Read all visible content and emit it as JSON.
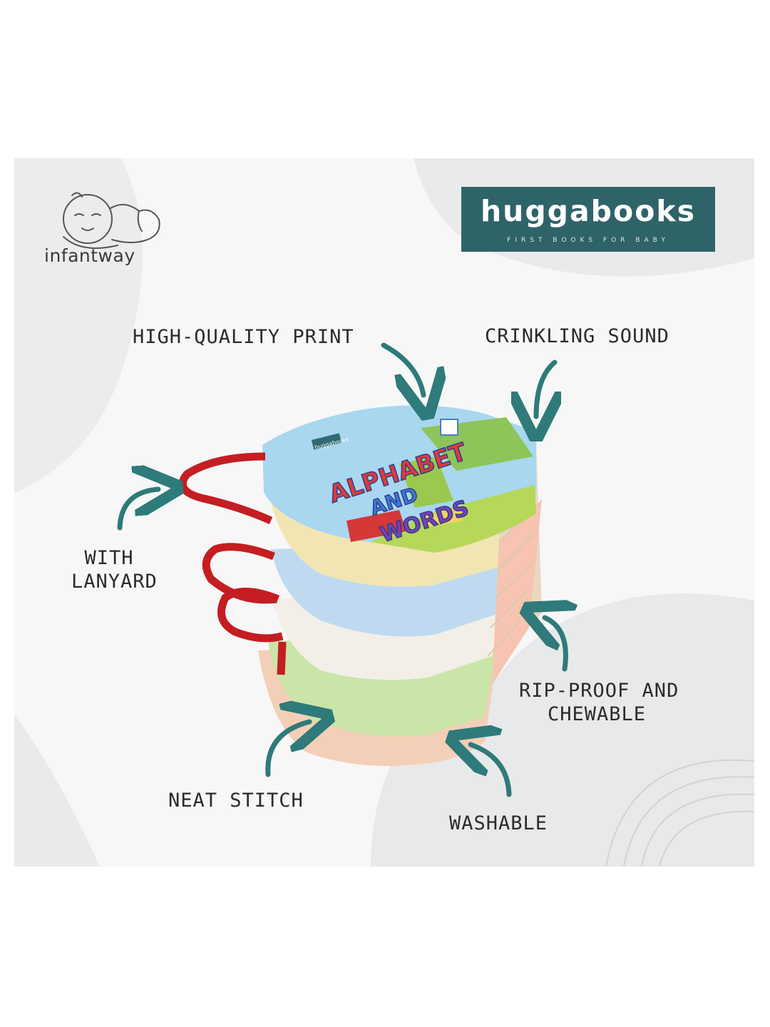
{
  "brand": {
    "logo_left": "infantway",
    "logo_icon": "sleeping-baby-icon",
    "name": "huggabooks",
    "tagline": "FIRST BOOKS FOR BABY"
  },
  "product": {
    "cover_title_line1": "ALPHABET",
    "cover_title_line2": "AND",
    "cover_title_line3": "WORDS",
    "cover_badge": "huggabooks"
  },
  "features": {
    "print": "HIGH-QUALITY PRINT",
    "sound": "CRINKLING SOUND",
    "lanyard_line1": "WITH",
    "lanyard_line2": "LANYARD",
    "rip_line1": "RIP-PROOF AND",
    "rip_line2": "CHEWABLE",
    "stitch": "NEAT STITCH",
    "washable": "WASHABLE"
  },
  "colors": {
    "brand_teal": "#2e6368",
    "arrow_teal": "#2f7a7a",
    "lanyard_red": "#c41d22"
  }
}
